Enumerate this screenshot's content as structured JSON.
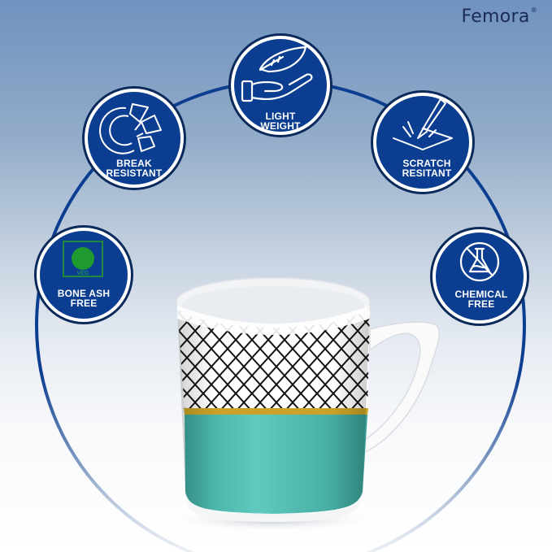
{
  "brand": {
    "name": "Femora",
    "mark": "®"
  },
  "colors": {
    "badge_fill": "#0b3d91",
    "badge_ring": "#ffffff",
    "arc": "#0b3d91",
    "veg_green": "#1f9a2e",
    "mug_teal": "#4fbfb2",
    "mug_gold": "#c9a227",
    "lattice": "#111111"
  },
  "features": [
    {
      "id": "light-weight",
      "line1": "LIGHT",
      "line2": "WEIGHT",
      "icon": "feather-hand-icon"
    },
    {
      "id": "break-resistant",
      "line1": "BREAK",
      "line2": "RESISTANT",
      "icon": "broken-plate-icon"
    },
    {
      "id": "scratch-resitant",
      "line1": "SCRATCH",
      "line2": "RESITANT",
      "icon": "scalpel-scratch-icon"
    },
    {
      "id": "bone-ash-free",
      "line1": "BONE ASH",
      "line2": "FREE",
      "icon": "veg-mark-icon",
      "veg_text": "VEG"
    },
    {
      "id": "chemical-free",
      "line1": "CHEMICAL",
      "line2": "FREE",
      "icon": "no-chemical-flask-icon"
    }
  ],
  "product": {
    "name": "mug",
    "pattern": "black diamond lattice",
    "band": "turquoise with gold stripe"
  }
}
